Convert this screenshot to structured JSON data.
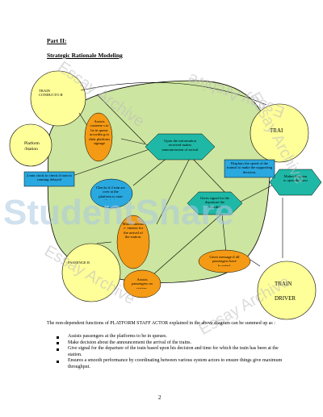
{
  "heading": {
    "part": "Part II:",
    "title": "Strategic Rationale Modeling"
  },
  "actors": {
    "train_conductor": "TRAIN CONDUCTO R",
    "platform_station": "Platform /Station",
    "train": "TRAI",
    "passenger": "PASSENGE R",
    "train_driver_1": "TRAIN",
    "train_driver_2": "DRIVER"
  },
  "goals": {
    "assists_customers": "Assists custome s to be in queue accordin g to their platform signage",
    "checks_min": "Checks if 2 min are over at the platform to start the train",
    "makes_announcements": "Makes announ c- ements for the arrival of the station.",
    "assists_passengers": "Assists passengers on station.",
    "gives_message": "Gives message if all passengers have boarded."
  },
  "tasks": {
    "info_received": "Upon the information received makes announcement of arrival",
    "gives_signal": "Gives signal for the departure the boarded",
    "makes_decision": "Makes decision to open the door"
  },
  "softgoals": {
    "two_min_clock": "2 min clock to check if train is running delayed",
    "displays_speed": "Displays the speed of the trainsil to make the supporting decision."
  },
  "watermark": {
    "logo": "StudentShare",
    "essay_1": "Essay Archive",
    "essay_2": "Essay Archive",
    "essay_3": "Essay Archive",
    "essay_4": "Essay Archive",
    "essay_5": "Essay Archive"
  },
  "body": {
    "intro": "The non-dependent functions of PLATFORM STAFF ACTOR explained in the above diagram can be summed up as :",
    "bullets": [
      "Assists passengers at the platforms to be in queues.",
      "Make decision about the announcement the arrival of the trains.",
      "Give signal for the departure of the train based upon his decision and time for which the train has been at the station.",
      "Ensures a smooth performance by coordinating between various system actors to ensure things give maximum throughput."
    ]
  },
  "page_number": "2",
  "colors": {
    "boundary_fill": "#cce5a0",
    "actor_fill": "#ffff99",
    "goal_fill": "#f59a15",
    "task_fill": "#1fb8a6",
    "softgoal_fill": "#2aa8e0"
  }
}
